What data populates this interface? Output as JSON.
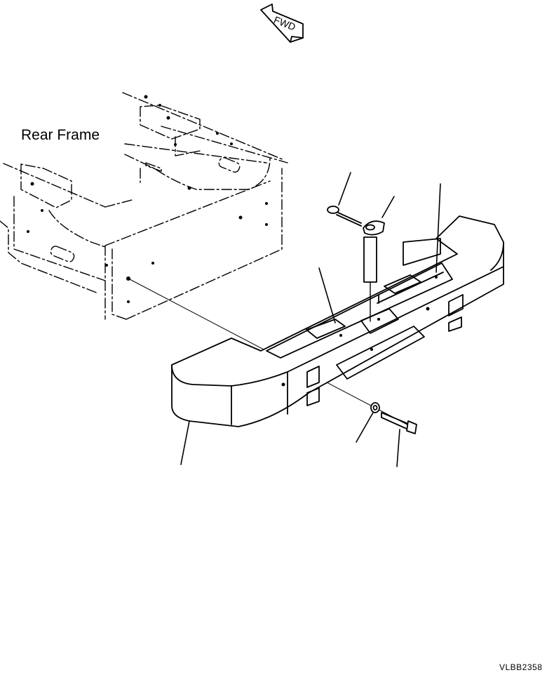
{
  "diagram": {
    "fwd_label": "FWD",
    "frame_label": "Rear Frame",
    "drawing_code": "VLBB2358"
  }
}
